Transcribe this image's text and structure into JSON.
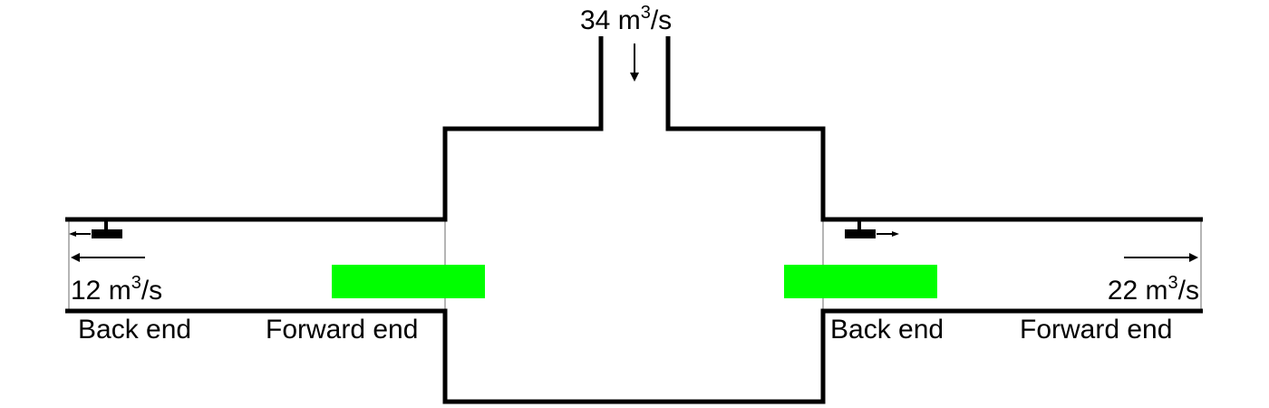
{
  "inflow": {
    "value": "34",
    "unit_base": "m",
    "unit_exp": "3",
    "unit_tail": "/s"
  },
  "left_outflow": {
    "value": "12",
    "unit_base": "m",
    "unit_exp": "3",
    "unit_tail": "/s"
  },
  "right_outflow": {
    "value": "22",
    "unit_base": "m",
    "unit_exp": "3",
    "unit_tail": "/s"
  },
  "labels": {
    "left_back_end": "Back end",
    "left_forward_end": "Forward end",
    "right_back_end": "Back end",
    "right_forward_end": "Forward end"
  },
  "colors": {
    "wall": "#000000",
    "opening": "#b5b5b5",
    "block": "#00ff00",
    "background": "#ffffff"
  }
}
